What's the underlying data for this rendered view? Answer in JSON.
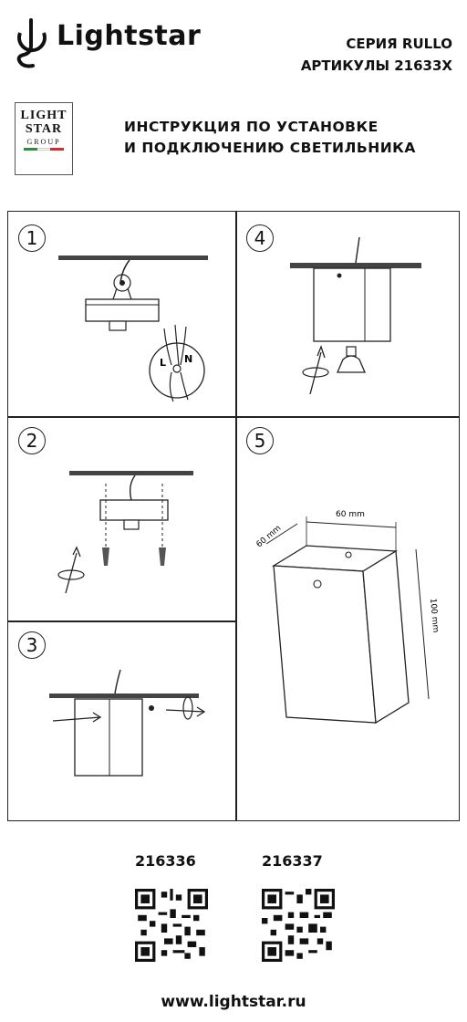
{
  "header": {
    "brand": "Lightstar",
    "series": "СЕРИЯ RULLO",
    "articles": "АРТИКУЛЫ 21633X",
    "logo_line1": "LIGHT",
    "logo_line2": "STAR",
    "logo_line3": "GROUP",
    "flag_colors": [
      "#2e8b3c",
      "#ffffff",
      "#d22b2b"
    ]
  },
  "headline": {
    "line1": "ИНСТРУКЦИЯ ПО УСТАНОВКЕ",
    "line2": "И ПОДКЛЮЧЕНИЮ СВЕТИЛЬНИКА"
  },
  "steps": [
    {
      "number": "1"
    },
    {
      "number": "2"
    },
    {
      "number": "3"
    },
    {
      "number": "4"
    },
    {
      "number": "5"
    }
  ],
  "terminals": {
    "live": "L",
    "neutral": "N"
  },
  "dimensions": {
    "width": "60 mm",
    "depth": "60 mm",
    "height": "100 mm"
  },
  "products": [
    {
      "code": "216336",
      "qr_icon": "qr-code-icon"
    },
    {
      "code": "216337",
      "qr_icon": "qr-code-icon"
    }
  ],
  "footer": {
    "url": "www.lightstar.ru"
  }
}
